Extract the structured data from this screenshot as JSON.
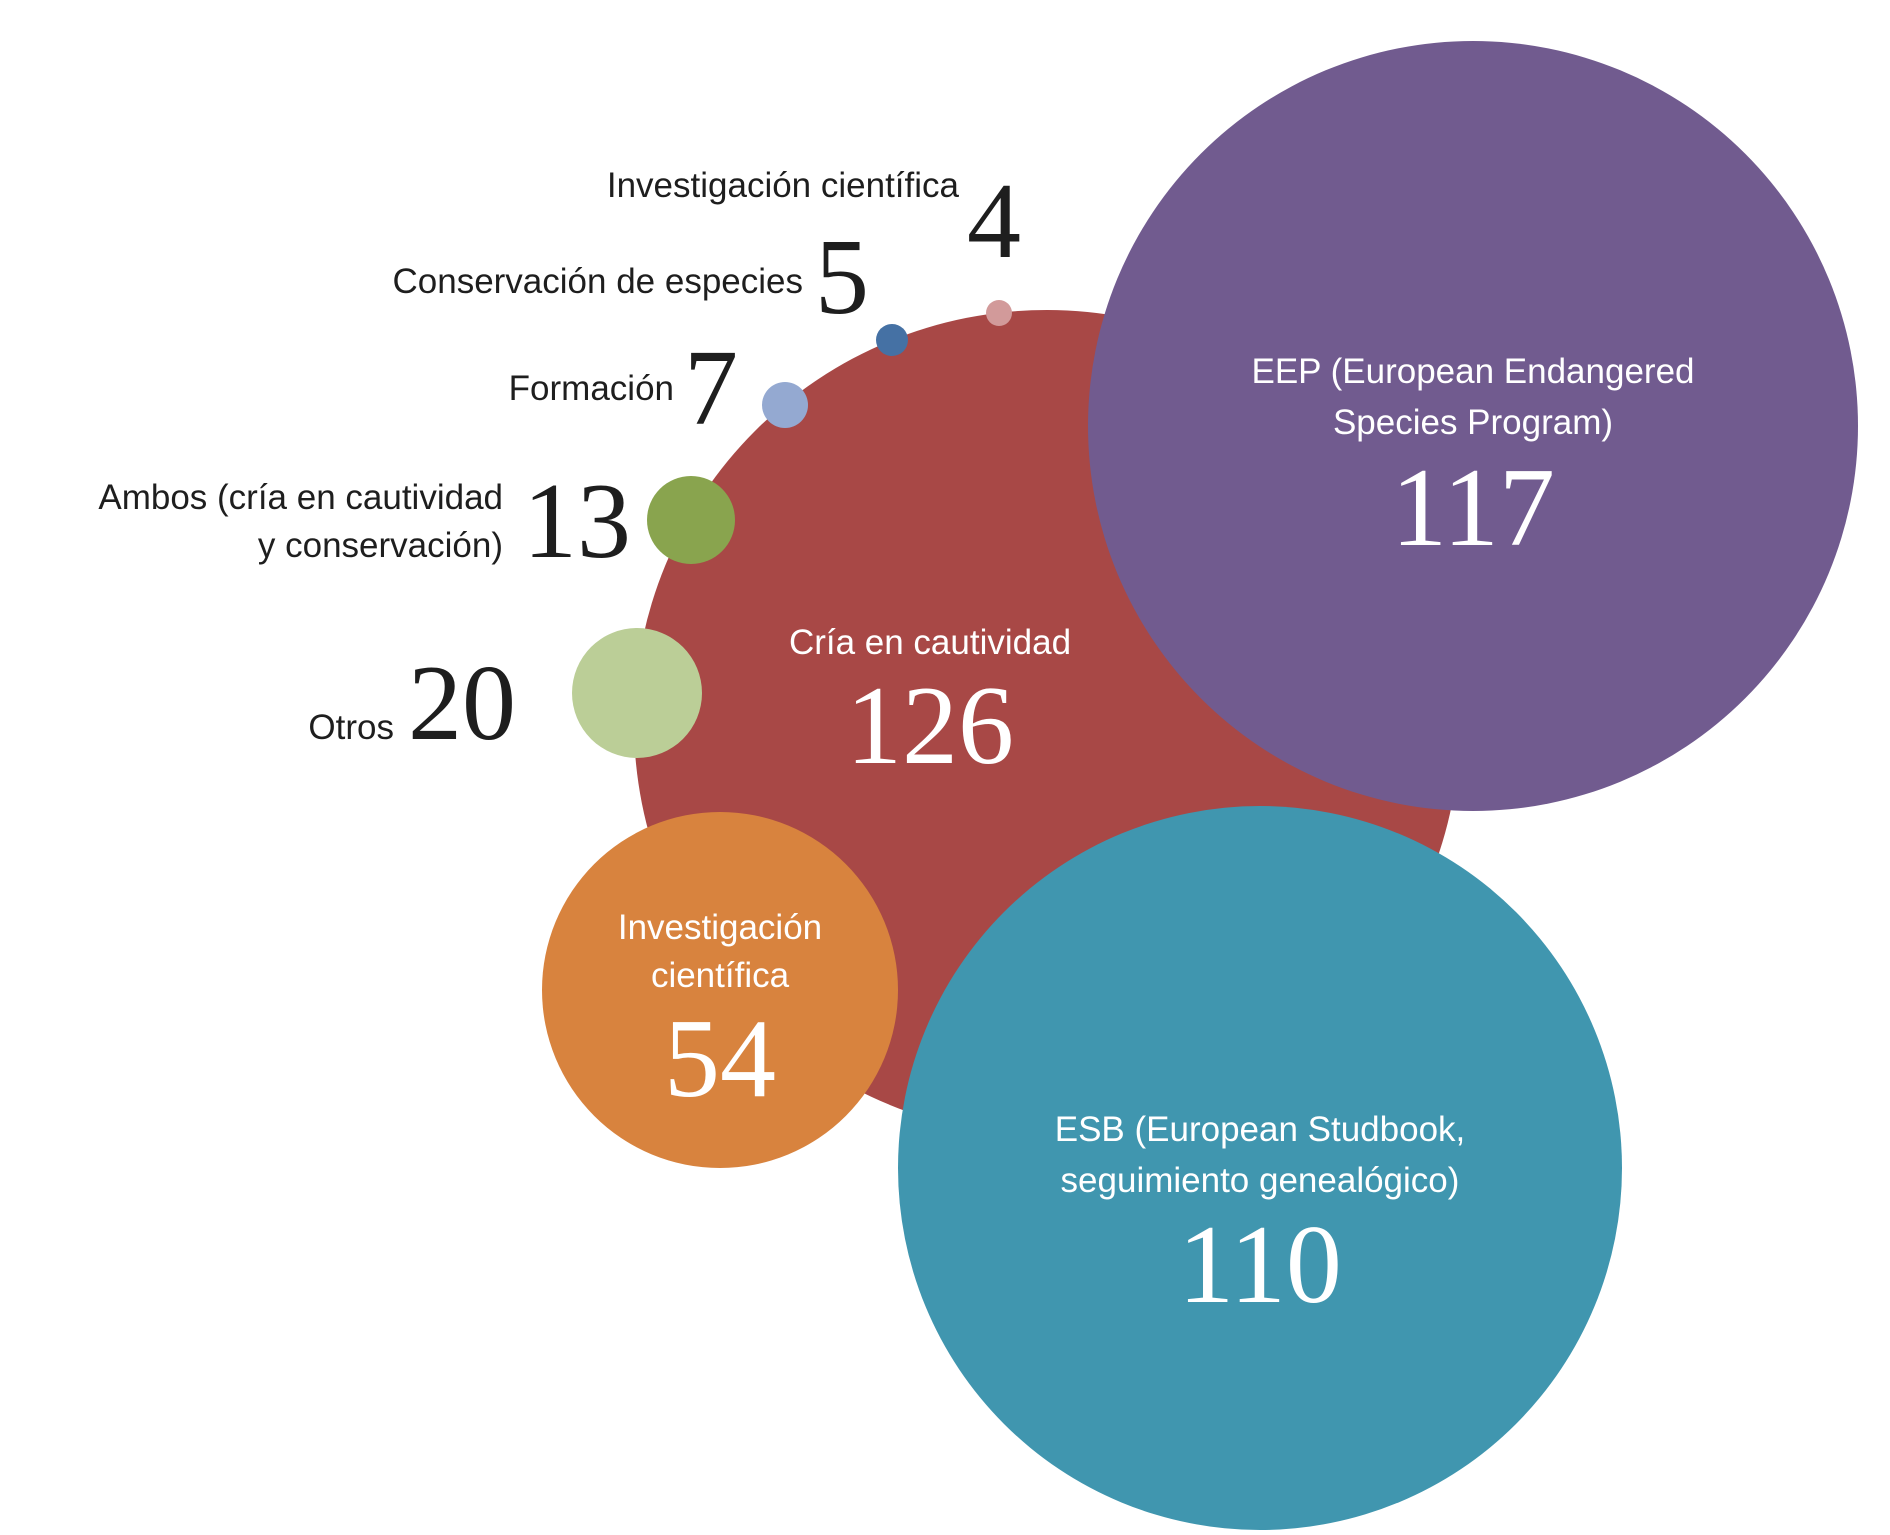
{
  "chart_data": {
    "type": "bubble",
    "title": "",
    "series": [
      {
        "name": "Cría en cautividad",
        "value": 126,
        "color": "#A84846"
      },
      {
        "name": "EEP (European Endangered Species Program)",
        "line1": "EEP (European Endangered",
        "line2": "Species Program)",
        "value": 117,
        "color": "#715B8F"
      },
      {
        "name": "ESB (European Studbook, seguimiento genealógico)",
        "line1": "ESB (European Studbook,",
        "line2": "seguimiento genealógico)",
        "value": 110,
        "color": "#4096AF"
      },
      {
        "name": "Investigación científica",
        "line1": "Investigación",
        "line2": "científica",
        "value": 54,
        "color": "#D8833E"
      },
      {
        "name": "Otros",
        "value": 20,
        "color": "#BBCE97"
      },
      {
        "name": "Ambos (cría en cautividad y conservación)",
        "line1": "Ambos (cría en cautividad",
        "line2": "y conservación)",
        "value": 13,
        "color": "#89A44E"
      },
      {
        "name": "Formación",
        "value": 7,
        "color": "#94A9D1"
      },
      {
        "name": "Conservación de especies",
        "value": 5,
        "color": "#4571A4"
      },
      {
        "name": "Investigación científica",
        "value": 4,
        "color": "#D29A9A"
      }
    ]
  }
}
